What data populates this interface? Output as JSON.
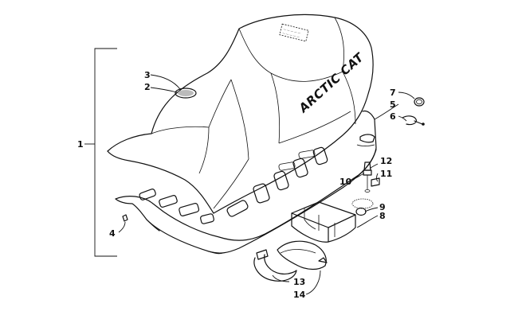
{
  "brand_decal": "ARCTIC CAT",
  "callouts": [
    {
      "id": "c1",
      "label": "1"
    },
    {
      "id": "c2",
      "label": "2"
    },
    {
      "id": "c3",
      "label": "3"
    },
    {
      "id": "c4",
      "label": "4"
    },
    {
      "id": "c5",
      "label": "5"
    },
    {
      "id": "c6",
      "label": "6"
    },
    {
      "id": "c7",
      "label": "7"
    },
    {
      "id": "c8",
      "label": "8"
    },
    {
      "id": "c9",
      "label": "9"
    },
    {
      "id": "c10",
      "label": "10"
    },
    {
      "id": "c11",
      "label": "11"
    },
    {
      "id": "c12",
      "label": "12"
    },
    {
      "id": "c13",
      "label": "13"
    },
    {
      "id": "c14",
      "label": "14"
    }
  ]
}
